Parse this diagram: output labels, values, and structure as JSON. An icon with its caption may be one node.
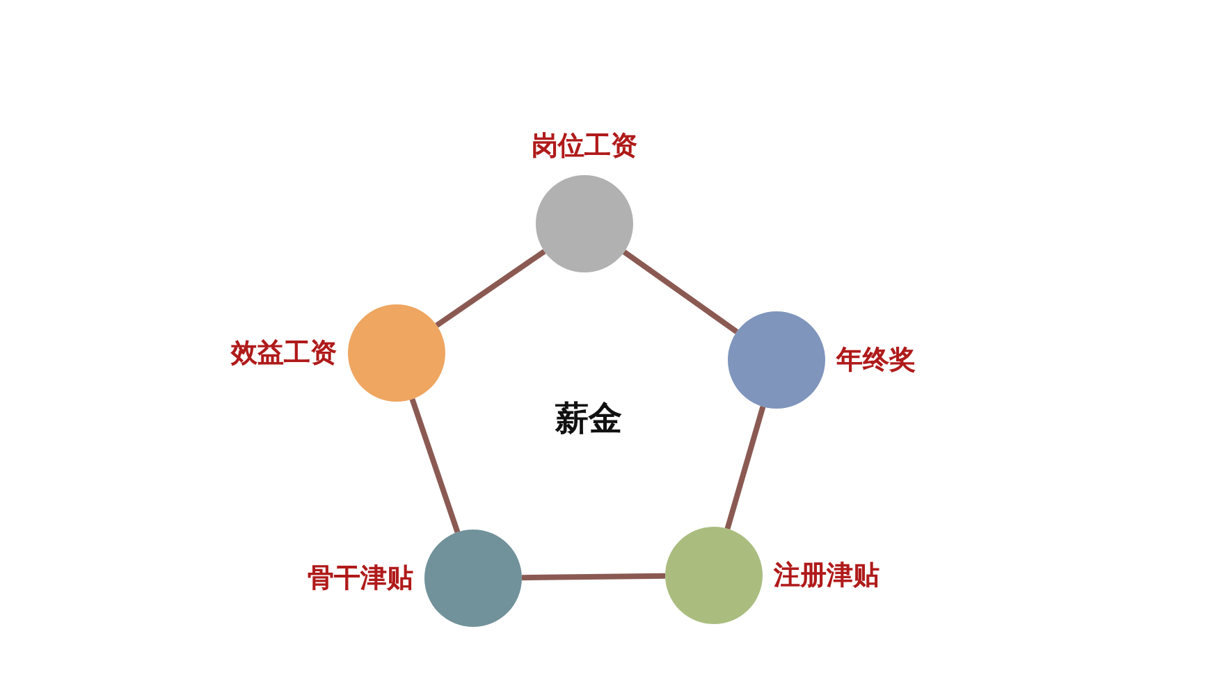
{
  "diagram": {
    "nodes": [
      {
        "text": [
          "岗位工资"
        ]
      },
      {
        "text": [
          "效益工资"
        ]
      },
      {
        "text": [
          "年终奖"
        ]
      },
      {
        "text": [
          "骨干津贴"
        ]
      },
      {
        "text": [
          "注册津贴"
        ]
      }
    ],
    "edges": [
      {
        "from": 0,
        "to": 2,
        "arrow": "none"
      },
      {
        "from": 2,
        "to": 4,
        "arrow": "none"
      },
      {
        "from": 4,
        "to": 3,
        "arrow": "none"
      },
      {
        "from": 3,
        "to": 1,
        "arrow": "none"
      },
      {
        "from": 1,
        "to": 0,
        "arrow": "none"
      }
    ],
    "labels": [
      "薪金"
    ]
  }
}
